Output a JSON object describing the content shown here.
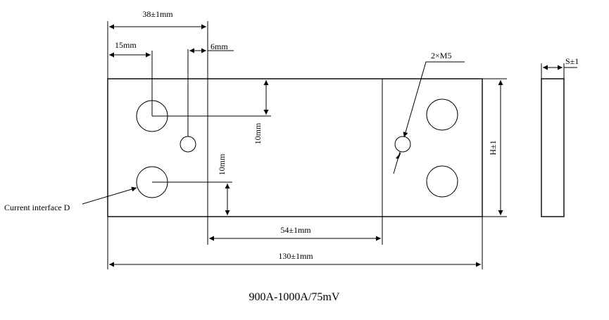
{
  "title": "900A-1000A/75mV",
  "dimensions": {
    "d38": "38±1mm",
    "d15": "15mm",
    "d6": "6mm",
    "d10_upper": "10mm",
    "d10_lower": "10mm",
    "d54": "54±1mm",
    "d130": "130±1mm",
    "height": "H±1",
    "thickness": "S±1"
  },
  "callouts": {
    "holes": "2×M5",
    "interface": "Current interface D"
  },
  "colors": {
    "line": "#000000",
    "background": "#ffffff"
  }
}
